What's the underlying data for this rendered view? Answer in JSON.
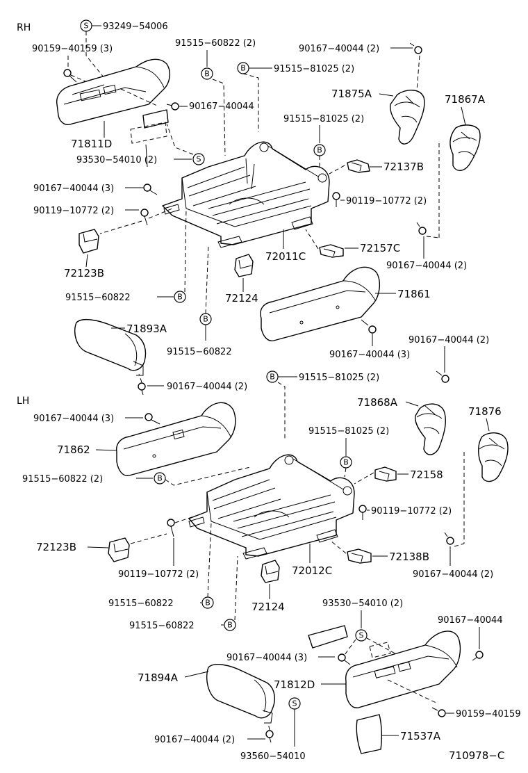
{
  "sections": {
    "rh": "RH",
    "lh": "LH"
  },
  "symbols": {
    "b": "B",
    "s": "S"
  },
  "labels": {
    "p93249_54006": "93249−54006",
    "p90159_40159_3": "90159−40159 (3)",
    "p91515_60822_2_rh": "91515−60822 (2)",
    "p91515_81025_2_rh_a": "91515−81025 (2)",
    "p90167_40044_2_rh_top": "90167−40044 (2)",
    "p71875A": "71875A",
    "p71867A": "71867A",
    "p90167_40044_rh": "90167−40044",
    "p71811D": "71811D",
    "p91515_81025_2_rh_b": "91515−81025 (2)",
    "p93530_54010_2_rh": "93530−54010 (2)",
    "p72137B": "72137B",
    "p90167_40044_3_rh": "90167−40044 (3)",
    "p90119_10772_2_rh_l": "90119−10772 (2)",
    "p90119_10772_2_rh_r": "90119−10772 (2)",
    "p72123B_rh": "72123B",
    "p72011C": "72011C",
    "p72157C": "72157C",
    "p90167_40044_2_rh_mid": "90167−40044 (2)",
    "p91515_60822_rh_a": "91515−60822",
    "p72124_rh": "72124",
    "p71861": "71861",
    "p71893A": "71893A",
    "p91515_60822_rh_b": "91515−60822",
    "p90167_40044_3_rh_b": "90167−40044 (3)",
    "p90167_40044_2_rh_r": "90167−40044 (2)",
    "p90167_40044_2_rh_bot": "90167−40044 (2)",
    "p91515_81025_2_lh_a": "91515−81025 (2)",
    "p71868A": "71868A",
    "p71876": "71876",
    "p90167_40044_3_lh": "90167−40044 (3)",
    "p91515_81025_2_lh_b": "91515−81025 (2)",
    "p71862": "71862",
    "p72158": "72158",
    "p91515_60822_2_lh": "91515−60822 (2)",
    "p90119_10772_2_lh_r": "90119−10772 (2)",
    "p72123B_lh": "72123B",
    "p72012C": "72012C",
    "p72138B": "72138B",
    "p90119_10772_2_lh_l": "90119−10772 (2)",
    "p90167_40044_2_lh_r": "90167−40044 (2)",
    "p91515_60822_lh_a": "91515−60822",
    "p72124_lh": "72124",
    "p93530_54010_2_lh": "93530−54010 (2)",
    "p91515_60822_lh_b": "91515−60822",
    "p90167_40044_lh": "90167−40044",
    "p90167_40044_3_lh_b": "90167−40044 (3)",
    "p71894A": "71894A",
    "p71812D": "71812D",
    "p90159_40159": "90159−40159",
    "p90167_40044_2_lh_bot": "90167−40044 (2)",
    "p71537A": "71537A",
    "p93560_54010": "93560−54010",
    "figure_code": "710978−C"
  }
}
